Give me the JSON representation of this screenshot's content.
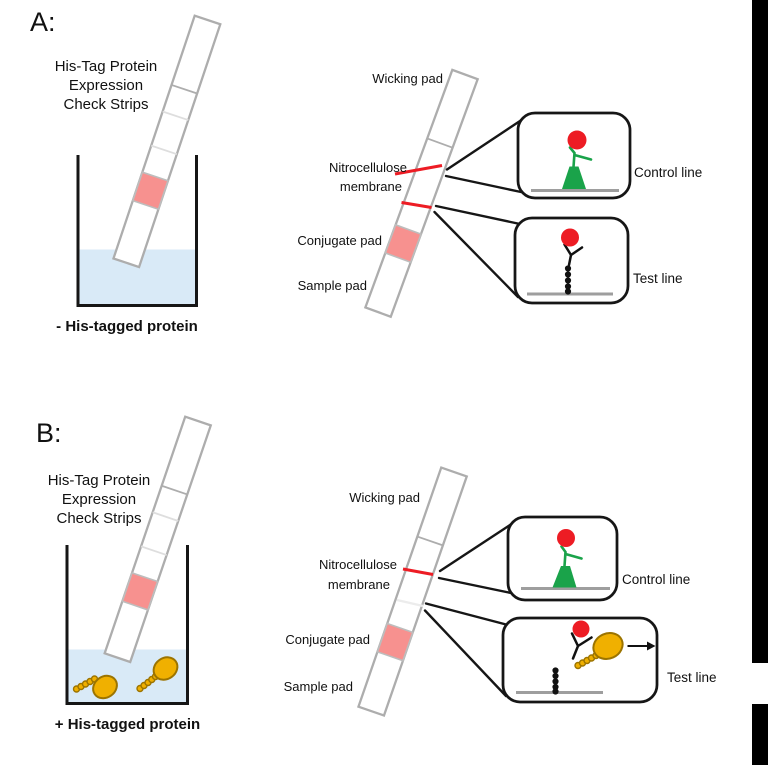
{
  "figure": {
    "panel_a": {
      "label": "A:",
      "strip_caption": [
        "His-Tag Protein",
        "Expression",
        "Check Strips"
      ],
      "beaker_caption": "- His-tagged protein",
      "strip_labels": {
        "wicking_pad": "Wicking pad",
        "nitrocellulose": "Nitrocellulose",
        "membrane": "membrane",
        "conjugate_pad": "Conjugate pad",
        "sample_pad": "Sample pad"
      },
      "callout_labels": {
        "control_line": "Control line",
        "test_line": "Test line"
      }
    },
    "panel_b": {
      "label": "B:",
      "strip_caption": [
        "His-Tag Protein",
        "Expression",
        "Check Strips"
      ],
      "beaker_caption": "+ His-tagged protein",
      "strip_labels": {
        "wicking_pad": "Wicking pad",
        "nitrocellulose": "Nitrocellulose",
        "membrane": "membrane",
        "conjugate_pad": "Conjugate pad",
        "sample_pad": "Sample pad"
      },
      "callout_labels": {
        "control_line": "Control line",
        "test_line": "Test line"
      }
    },
    "colors": {
      "line_red": "#ed1c24",
      "conjugate_pad_pink": "#f7918f",
      "control_green": "#1aa34a",
      "protein_yellow": "#f0b000",
      "liquid_blue": "#d9eaf7"
    }
  }
}
